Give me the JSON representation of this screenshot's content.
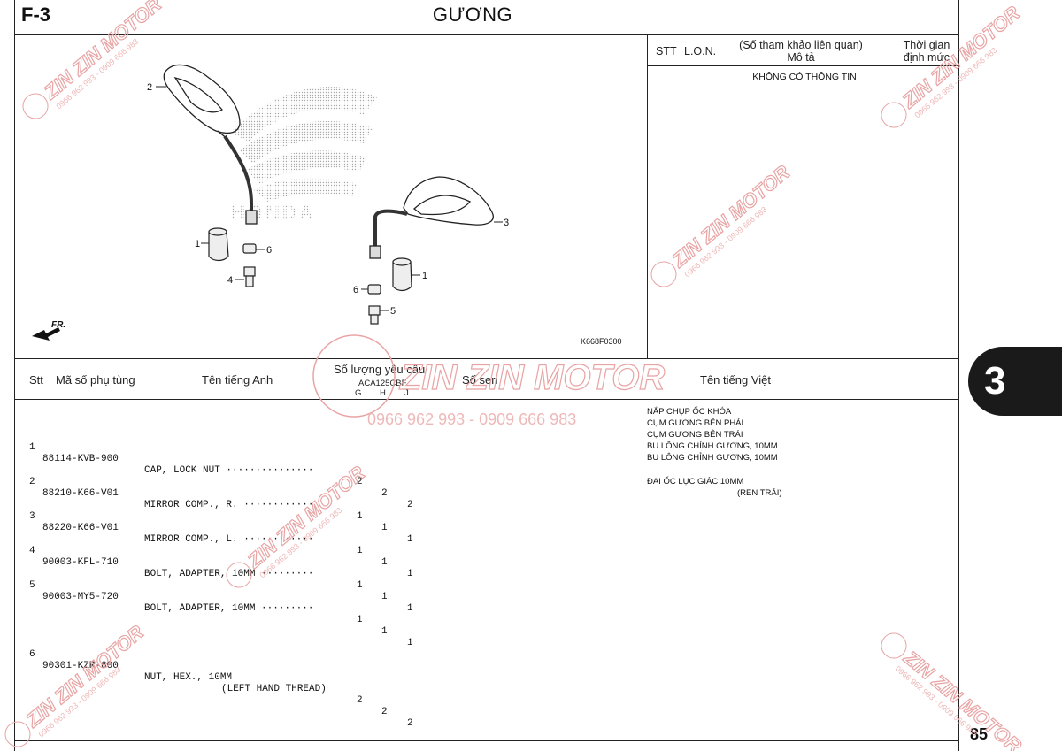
{
  "header": {
    "section": "F-3",
    "title": "GƯƠNG"
  },
  "lon_table": {
    "stt": "STT",
    "lon": "L.O.N.",
    "ref_line1": "(Số tham khảo liên quan)",
    "ref_line2": "Mô tả",
    "time_line1": "Thời gian",
    "time_line2": "định mức",
    "no_info": "KHÔNG CÓ THÔNG TIN"
  },
  "diagram": {
    "figure_code": "K668F0300",
    "front_label": "FR.",
    "callouts": [
      "1",
      "2",
      "3",
      "4",
      "5",
      "6"
    ]
  },
  "parts_table": {
    "col_stt": "Stt",
    "col_part_no": "Mã số phụ tùng",
    "col_english": "Tên tiếng Anh",
    "col_qty": "Số lượng yêu cầu",
    "col_model": "ACA125CBF",
    "variants": [
      "G",
      "H",
      "J"
    ],
    "col_serial": "Số seri",
    "col_vietnamese": "Tên tiếng Việt",
    "rows": [
      {
        "stt": "1",
        "part_no": "88114-KVB-900",
        "name_en": "CAP, LOCK NUT ···············",
        "qty": [
          "2",
          "2",
          "2"
        ],
        "name_vn": "NẮP CHỤP ỐC KHÓA",
        "name_en_2": "",
        "name_vn_2": ""
      },
      {
        "stt": "2",
        "part_no": "88210-K66-V01",
        "name_en": "MIRROR COMP., R. ············",
        "qty": [
          "1",
          "1",
          "1"
        ],
        "name_vn": "CỤM GƯƠNG BÊN PHẢI",
        "name_en_2": "",
        "name_vn_2": ""
      },
      {
        "stt": "3",
        "part_no": "88220-K66-V01",
        "name_en": "MIRROR COMP., L. ············",
        "qty": [
          "1",
          "1",
          "1"
        ],
        "name_vn": "CỤM GƯƠNG BÊN TRÁI",
        "name_en_2": "",
        "name_vn_2": ""
      },
      {
        "stt": "4",
        "part_no": "90003-KFL-710",
        "name_en": "BOLT, ADAPTER, 10MM ·········",
        "qty": [
          "1",
          "1",
          "1"
        ],
        "name_vn": "BU LÔNG CHỈNH GƯƠNG, 10MM",
        "name_en_2": "",
        "name_vn_2": ""
      },
      {
        "stt": "5",
        "part_no": "90003-MY5-720",
        "name_en": "BOLT, ADAPTER, 10MM ·········",
        "qty": [
          "1",
          "1",
          "1"
        ],
        "name_vn": "BU LÔNG CHỈNH GƯƠNG, 10MM",
        "name_en_2": "",
        "name_vn_2": ""
      },
      {
        "stt": "6",
        "part_no": "90301-KZR-600",
        "name_en": "NUT, HEX., 10MM",
        "qty": [
          "2",
          "2",
          "2"
        ],
        "name_vn": "ĐAI ỐC LỤC GIÁC 10MM",
        "name_en_2": "(LEFT HAND THREAD)",
        "name_vn_2": "(REN TRÁI)"
      }
    ]
  },
  "side_tab": "3",
  "page_number": "85",
  "watermark": {
    "brand": "ZIN ZIN MOTOR",
    "phone": "0966 962 993 - 0909 666 983"
  },
  "colors": {
    "ink": "#111111",
    "watermark": "#e8a4a4",
    "tab_bg": "#1a1a1a"
  }
}
